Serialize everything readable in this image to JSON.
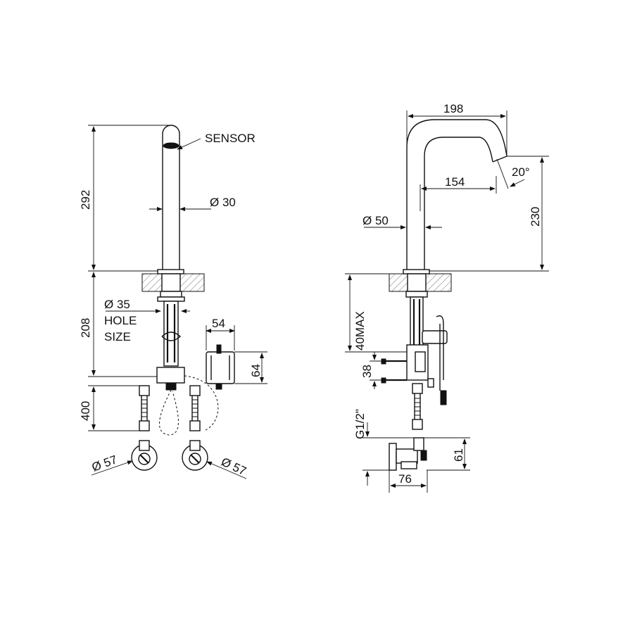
{
  "drawing": {
    "left_view": {
      "sensor_label": "SENSOR",
      "spout_height": "292",
      "spout_diameter": "Ø 30",
      "below_deck": "208",
      "hole_diameter": "Ø 35",
      "hole_label_1": "HOLE",
      "hole_label_2": "SIZE",
      "box_width": "54",
      "box_height": "64",
      "hose_length": "400",
      "valve_left_diameter": "Ø 57",
      "valve_right_diameter": "Ø 57"
    },
    "right_view": {
      "reach_total": "198",
      "outlet_angle": "20°",
      "reach_outlet": "154",
      "outlet_height": "230",
      "body_diameter": "Ø 50",
      "deck_thickness": "40MAX",
      "inlet_spacing": "38",
      "thread": "G1/2\"",
      "valve_height": "61",
      "valve_width": "76"
    }
  }
}
